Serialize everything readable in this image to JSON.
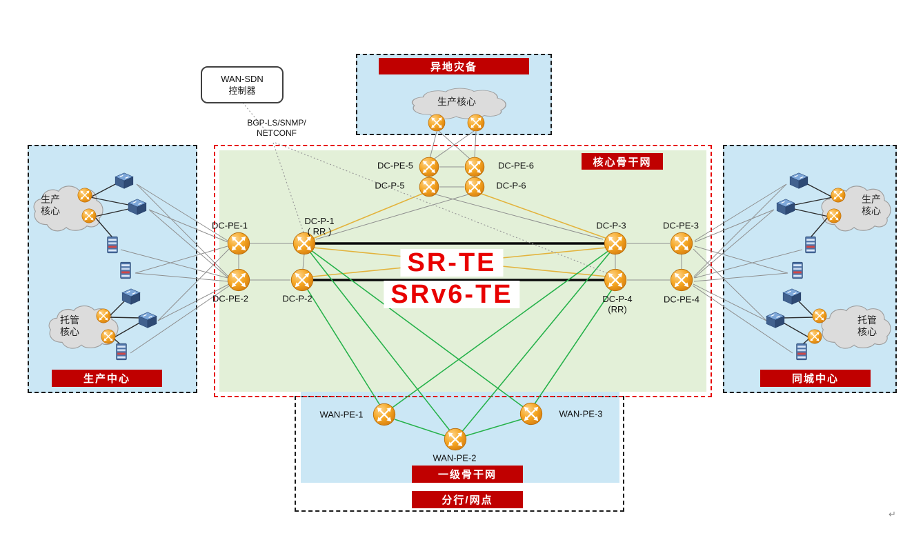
{
  "controller": {
    "line1": "WAN-SDN",
    "line2": "控制器",
    "protocol1": "BGP-LS/SNMP/",
    "protocol2": "NETCONF"
  },
  "regions": {
    "disaster_recovery": "异地灾备",
    "core_backbone": "核心骨干网",
    "production_center": "生产中心",
    "metro_center": "同城中心",
    "tier1_backbone": "一级骨干网",
    "branch": "分行/网点"
  },
  "overlay": {
    "line1": "SR-TE",
    "line2": "SRv6-TE"
  },
  "clouds": {
    "production": "生产核心",
    "hosted": "托管核心"
  },
  "nodes": {
    "dc_pe_1": "DC-PE-1",
    "dc_pe_2": "DC-PE-2",
    "dc_pe_3": "DC-PE-3",
    "dc_pe_4": "DC-PE-4",
    "dc_pe_5": "DC-PE-5",
    "dc_pe_6": "DC-PE-6",
    "dc_p_1": "DC-P-1",
    "dc_p_1_rr": "( RR )",
    "dc_p_2": "DC-P-2",
    "dc_p_3": "DC-P-3",
    "dc_p_4": "DC-P-4",
    "dc_p_4_rr": "(RR)",
    "dc_p_5": "DC-P-5",
    "dc_p_6": "DC-P-6",
    "wan_pe_1": "WAN-PE-1",
    "wan_pe_2": "WAN-PE-2",
    "wan_pe_3": "WAN-PE-3"
  },
  "colors": {
    "badge_red": "#c00000",
    "region_blue": "#cbe7f5",
    "core_green": "#e3f0d8",
    "core_border_red": "#e60000",
    "sr_text_red": "#e80000",
    "line_green": "#27b24b",
    "line_yellow": "#e3b33c",
    "router_orange": "#f5a623",
    "switch_blue": "#41618e"
  },
  "misc": {
    "return_mark": "↵"
  }
}
